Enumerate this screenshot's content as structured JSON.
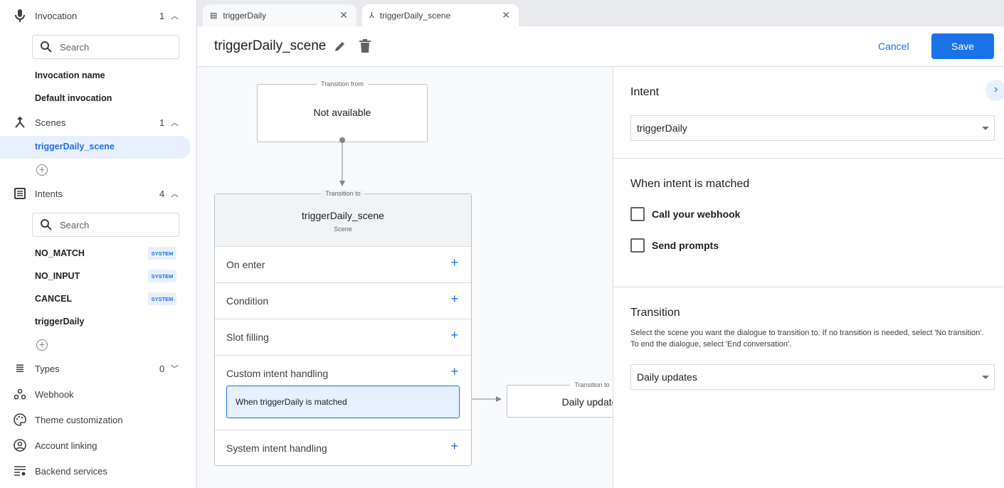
{
  "sidebar": {
    "invocation": {
      "label": "Invocation",
      "count": "1",
      "search_placeholder": "Search",
      "items": [
        "Invocation name",
        "Default invocation"
      ]
    },
    "scenes": {
      "label": "Scenes",
      "count": "1",
      "items": [
        "triggerDaily_scene"
      ]
    },
    "intents": {
      "label": "Intents",
      "count": "4",
      "search_placeholder": "Search",
      "items": [
        {
          "label": "NO_MATCH",
          "badge": "SYSTEM"
        },
        {
          "label": "NO_INPUT",
          "badge": "SYSTEM"
        },
        {
          "label": "CANCEL",
          "badge": "SYSTEM"
        },
        {
          "label": "triggerDaily",
          "badge": ""
        }
      ]
    },
    "types": {
      "label": "Types",
      "count": "0"
    },
    "webhook": "Webhook",
    "theme": "Theme customization",
    "account": "Account linking",
    "backend": "Backend services"
  },
  "tabs": [
    {
      "label": "triggerDaily",
      "icon": "intent-icon"
    },
    {
      "label": "triggerDaily_scene",
      "icon": "scene-icon",
      "active": true
    }
  ],
  "header": {
    "title": "triggerDaily_scene",
    "cancel": "Cancel",
    "save": "Save"
  },
  "canvas": {
    "from": {
      "caption": "Transition from",
      "text": "Not available"
    },
    "scene": {
      "caption": "Transition to",
      "title": "triggerDaily_scene",
      "subtitle": "Scene",
      "rows": [
        "On enter",
        "Condition",
        "Slot filling",
        "Custom intent handling",
        "System intent handling"
      ],
      "handler": "When triggerDaily is matched"
    },
    "target": {
      "caption": "Transition to",
      "text": "Daily updates"
    }
  },
  "panel": {
    "intent_heading": "Intent",
    "intent_value": "triggerDaily",
    "matched_heading": "When intent is matched",
    "checkboxes": [
      {
        "label": "Call your webhook",
        "checked": false
      },
      {
        "label": "Send prompts",
        "checked": false
      }
    ],
    "transition_heading": "Transition",
    "transition_desc": "Select the scene you want the dialogue to transition to. If no transition is needed, select 'No transition'. To end the dialogue, select 'End conversation'.",
    "transition_value": "Daily updates"
  },
  "colors": {
    "accent": "#1a73e8",
    "selected_bg": "#e8f0fe"
  }
}
